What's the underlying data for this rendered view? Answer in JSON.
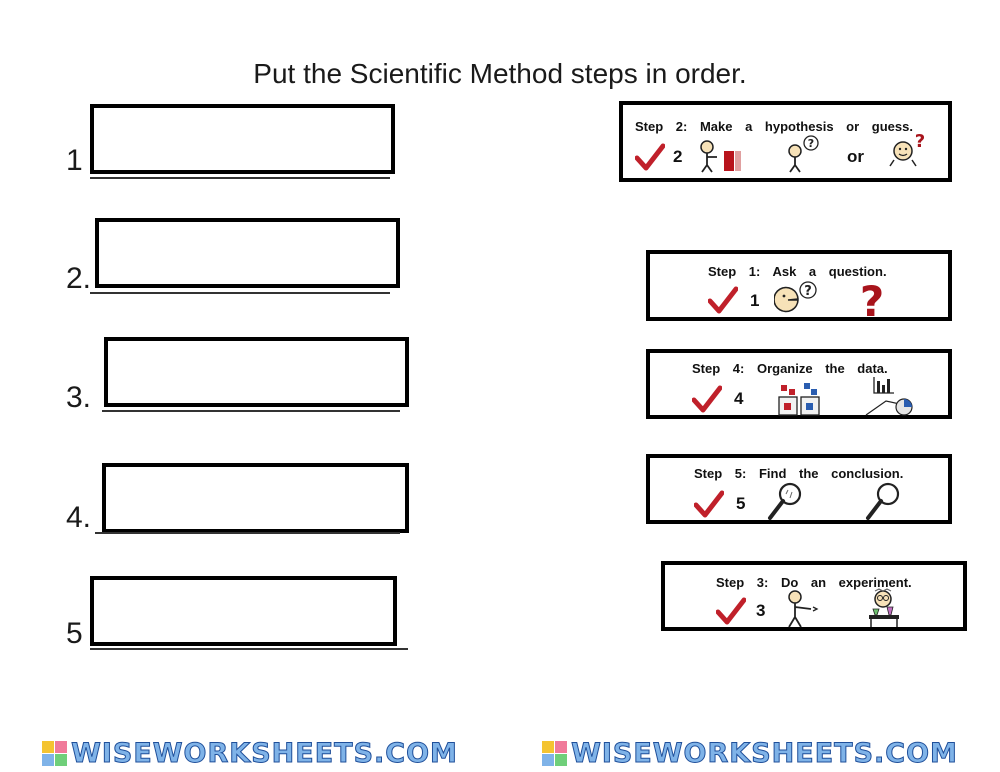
{
  "title": "Put the Scientific Method steps in order.",
  "slots": [
    {
      "number": "1"
    },
    {
      "number": "2."
    },
    {
      "number": "3."
    },
    {
      "number": "4."
    },
    {
      "number": "5"
    }
  ],
  "cards": [
    {
      "text": "Step 2: Make a hypothesis or guess.",
      "num": "2",
      "or": "or"
    },
    {
      "text": "Step 1: Ask a question.",
      "num": "1"
    },
    {
      "text": "Step 4: Organize the data.",
      "num": "4"
    },
    {
      "text": "Step 5: Find the conclusion.",
      "num": "5"
    },
    {
      "text": "Step 3: Do an experiment.",
      "num": "3"
    }
  ],
  "icons": {
    "check": "check-mark-icon",
    "question": "question-mark-icon",
    "thinking": "thinking-person-icon",
    "chart": "chart-icon",
    "magnifier": "magnifying-glass-icon",
    "scientist": "scientist-icon"
  },
  "colors": {
    "check": "#c0202a",
    "question": "#a8141c",
    "border": "#000000"
  },
  "footer": {
    "logo_text": "WISEWORKSHEETS.COM"
  }
}
